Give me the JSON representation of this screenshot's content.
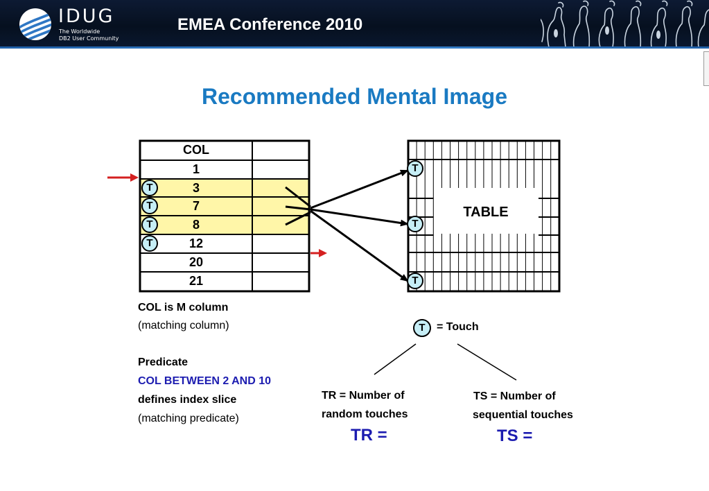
{
  "header": {
    "logo_name": "IDUG",
    "logo_tagline_1": "The Worldwide",
    "logo_tagline_2": "DB2 User Community",
    "conference_title": "EMEA Conference 2010",
    "logo_icon": "globe-icon",
    "banner_image": "crowd-silhouette-image"
  },
  "slide": {
    "title": "Recommended Mental Image"
  },
  "index": {
    "header": "COL",
    "rows": [
      "1",
      "3",
      "7",
      "8",
      "12",
      "20",
      "21"
    ],
    "touched_rows": [
      "3",
      "7",
      "8",
      "12"
    ],
    "slice_rows": [
      "3",
      "7",
      "8"
    ],
    "highlight_color": "#fff6a8",
    "arrow_color": "#d42020"
  },
  "table": {
    "label": "TABLE",
    "touch_count": 3
  },
  "touch": {
    "symbol": "T",
    "legend": "= Touch",
    "fill_color": "#c6eef6"
  },
  "notes": {
    "col_line1": "COL is M column",
    "col_line2": "(matching column)",
    "predicate_label": "Predicate",
    "predicate_expr": "COL BETWEEN 2 AND 10",
    "predicate_line3": "defines index slice",
    "predicate_line4": "(matching predicate)"
  },
  "formulas": {
    "tr_line1": "TR = Number of",
    "tr_line2": "random touches",
    "tr_eq": "TR =",
    "ts_line1": "TS = Number of",
    "ts_line2": "sequential touches",
    "ts_eq": "TS ="
  }
}
